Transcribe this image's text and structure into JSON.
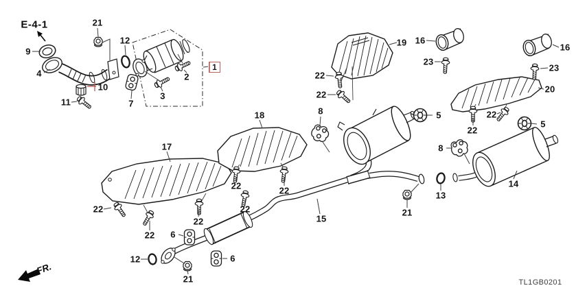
{
  "diagram": {
    "section_ref": "E-4-1",
    "direction_label": "FR.",
    "diagram_code": "TL1GB0201",
    "highlight": {
      "part_no": "1",
      "color": "#b5615e"
    },
    "callouts": [
      {
        "part_no": "9"
      },
      {
        "part_no": "21"
      },
      {
        "part_no": "12"
      },
      {
        "part_no": "4"
      },
      {
        "part_no": "10"
      },
      {
        "part_no": "11"
      },
      {
        "part_no": "7"
      },
      {
        "part_no": "3"
      },
      {
        "part_no": "2"
      },
      {
        "part_no": "19"
      },
      {
        "part_no": "22"
      },
      {
        "part_no": "22"
      },
      {
        "part_no": "16"
      },
      {
        "part_no": "23"
      },
      {
        "part_no": "16"
      },
      {
        "part_no": "23"
      },
      {
        "part_no": "20"
      },
      {
        "part_no": "22"
      },
      {
        "part_no": "22"
      },
      {
        "part_no": "5"
      },
      {
        "part_no": "5"
      },
      {
        "part_no": "8"
      },
      {
        "part_no": "8"
      },
      {
        "part_no": "18"
      },
      {
        "part_no": "17"
      },
      {
        "part_no": "22"
      },
      {
        "part_no": "22"
      },
      {
        "part_no": "22"
      },
      {
        "part_no": "22"
      },
      {
        "part_no": "22"
      },
      {
        "part_no": "22"
      },
      {
        "part_no": "6"
      },
      {
        "part_no": "6"
      },
      {
        "part_no": "12"
      },
      {
        "part_no": "21"
      },
      {
        "part_no": "21"
      },
      {
        "part_no": "13"
      },
      {
        "part_no": "14"
      },
      {
        "part_no": "15"
      }
    ]
  }
}
